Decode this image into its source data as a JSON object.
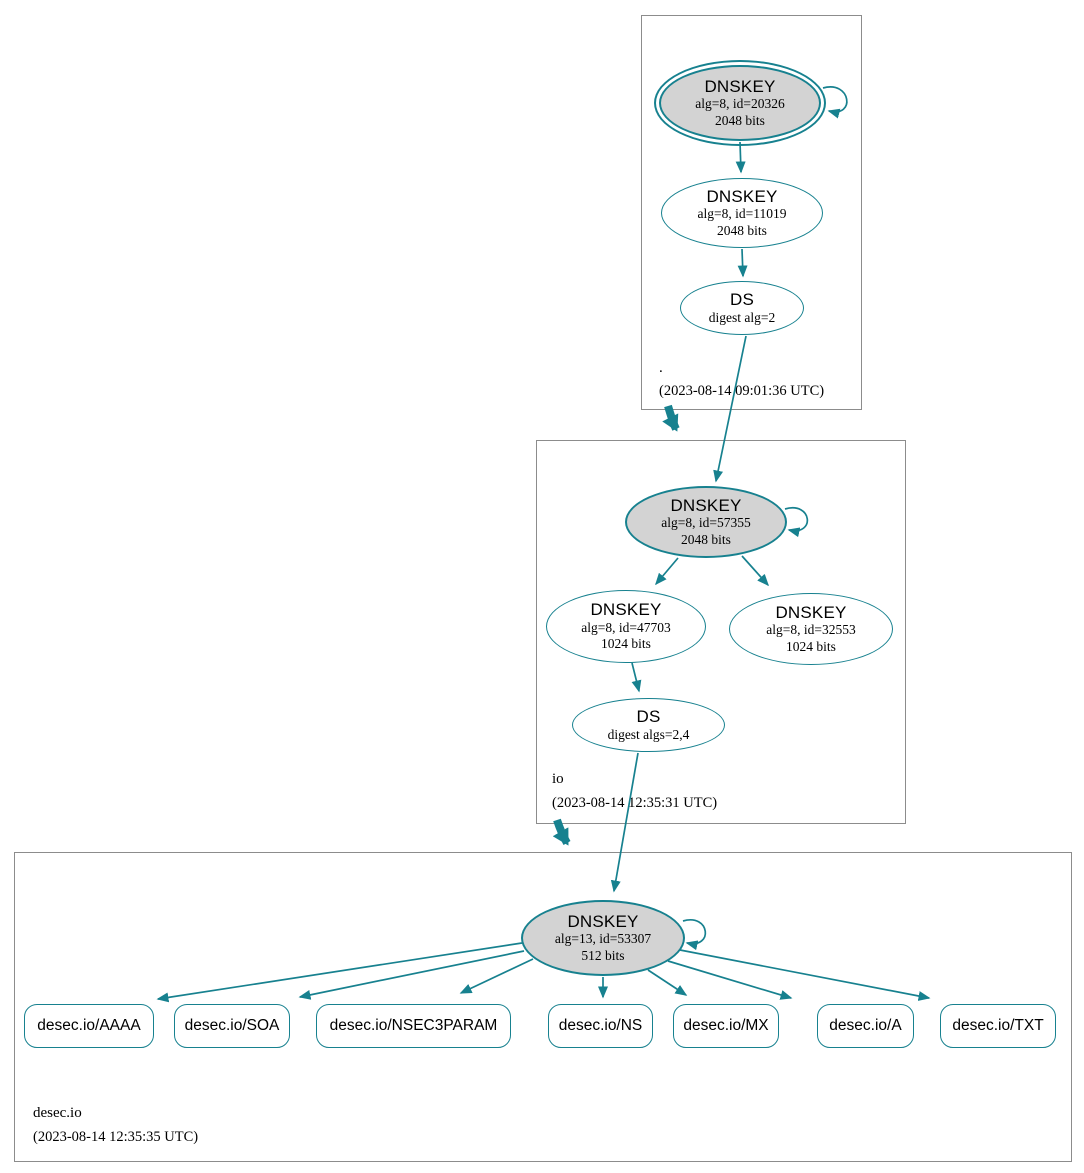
{
  "colors": {
    "edge_secure": "#17818f",
    "node_border": "#17818f",
    "sep_key_fill": "#d3d3d3",
    "node_fill": "#ffffff",
    "cluster_border": "#8c8c8c",
    "text": "#000000",
    "background": "#ffffff"
  },
  "zones": {
    "root": {
      "label": ".",
      "timestamp": "(2023-08-14 09:01:36 UTC)",
      "ksk": {
        "title": "DNSKEY",
        "detail": "alg=8, id=20326",
        "bits": "2048 bits"
      },
      "zsk": {
        "title": "DNSKEY",
        "detail": "alg=8, id=11019",
        "bits": "2048 bits"
      },
      "ds": {
        "title": "DS",
        "detail": "digest alg=2"
      }
    },
    "io": {
      "label": "io",
      "timestamp": "(2023-08-14 12:35:31 UTC)",
      "ksk": {
        "title": "DNSKEY",
        "detail": "alg=8, id=57355",
        "bits": "2048 bits"
      },
      "zsk1": {
        "title": "DNSKEY",
        "detail": "alg=8, id=47703",
        "bits": "1024 bits"
      },
      "zsk2": {
        "title": "DNSKEY",
        "detail": "alg=8, id=32553",
        "bits": "1024 bits"
      },
      "ds": {
        "title": "DS",
        "detail": "digest algs=2,4"
      }
    },
    "desec": {
      "label": "desec.io",
      "timestamp": "(2023-08-14 12:35:35 UTC)",
      "ksk": {
        "title": "DNSKEY",
        "detail": "alg=13, id=53307",
        "bits": "512 bits"
      },
      "rrsets": [
        "desec.io/AAAA",
        "desec.io/SOA",
        "desec.io/NSEC3PARAM",
        "desec.io/NS",
        "desec.io/MX",
        "desec.io/A",
        "desec.io/TXT"
      ]
    }
  }
}
